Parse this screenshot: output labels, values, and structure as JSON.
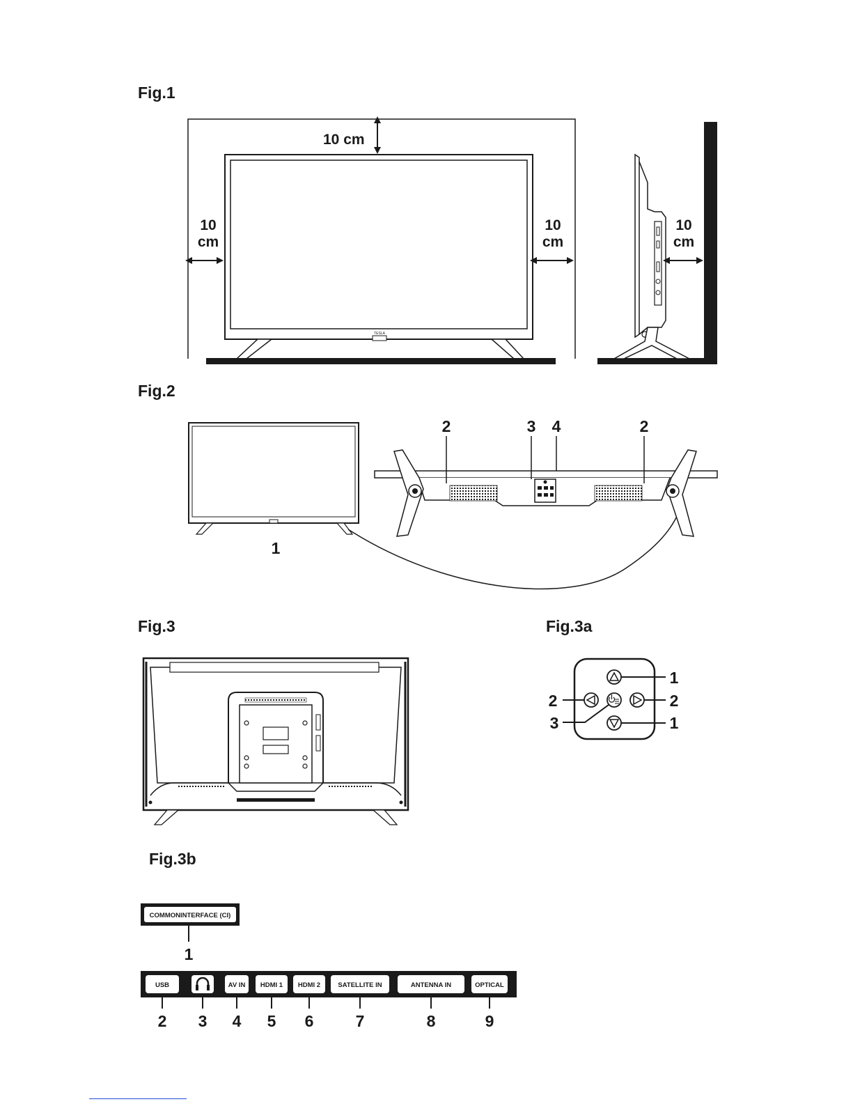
{
  "figures": {
    "fig1": "Fig.1",
    "fig2": "Fig.2",
    "fig3": "Fig.3",
    "fig3a": "Fig.3a",
    "fig3b": "Fig.3b"
  },
  "fig1_labels": {
    "top": "10 cm",
    "left_num": "10",
    "left_unit": "cm",
    "right_num": "10",
    "right_unit": "cm",
    "side_num": "10",
    "side_unit": "cm",
    "brand": "TESLA"
  },
  "fig2_labels": {
    "front": "1",
    "speaker_left": "2",
    "stand_3": "3",
    "stand_4": "4",
    "speaker_right": "2"
  },
  "fig3a_labels": {
    "up": "1",
    "left": "2",
    "right": "2",
    "power": "3",
    "down": "1"
  },
  "fig3b": {
    "ci_label": "COMMONINTERFACE (CI)",
    "ci_num": "1",
    "ports": [
      {
        "label": "USB",
        "num": "2"
      },
      {
        "label": "",
        "num": "3",
        "icon": "headphone-icon"
      },
      {
        "label": "AV IN",
        "num": "4"
      },
      {
        "label": "HDMI 1",
        "num": "5"
      },
      {
        "label": "HDMI 2",
        "num": "6"
      },
      {
        "label": "SATELLITE IN",
        "num": "7"
      },
      {
        "label": "ANTENNA IN",
        "num": "8"
      },
      {
        "label": "OPTICAL",
        "num": "9"
      }
    ]
  }
}
